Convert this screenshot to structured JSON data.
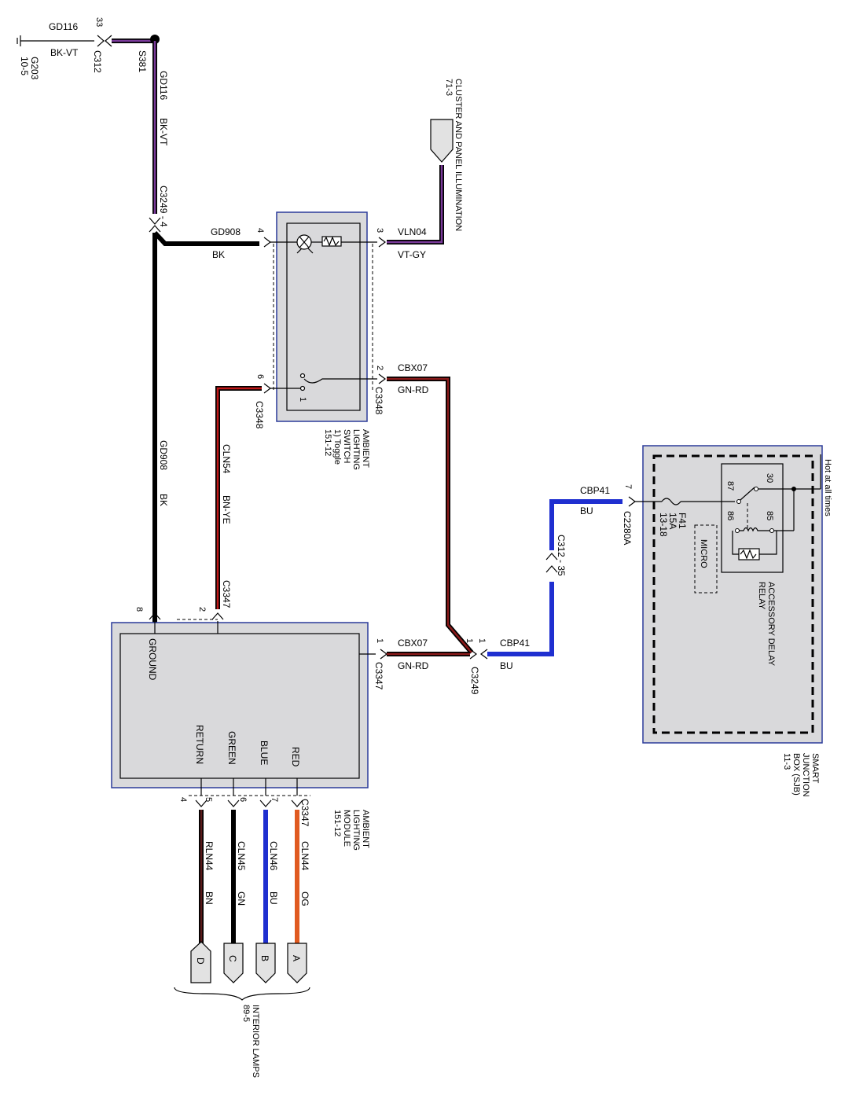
{
  "colors": {
    "black": "#000000",
    "violet": "#7a3a9a",
    "brown": "#5a1a1a",
    "red": "#c01818",
    "blue": "#1f2fd0",
    "orange": "#e05a20",
    "green": "#1a7a1a",
    "yellow": "#c8c010"
  },
  "ground": {
    "g203": "G203",
    "g203_ref": "10-5",
    "wire_gd116": "GD116",
    "wire_gd116_color": "BK-VT",
    "pin_33": "33",
    "conn_c312": "C312",
    "splice_s381": "S381",
    "vert_gd116": "GD116",
    "vert_bkvt": "BK-VT",
    "conn_c3249_4": "C3249 - 4",
    "vert_gd908": "GD908",
    "vert_bk": "BK",
    "pin_8": "8"
  },
  "switch": {
    "wire_gd908": "GD908",
    "wire_bk": "BK",
    "pin_4": "4",
    "pin_3": "3",
    "wire_vln04": "VLN04",
    "wire_vtgy": "VT-GY",
    "pin_2": "2",
    "conn_c3348_r": "C3348",
    "wire_cbx07": "CBX07",
    "wire_gnrd": "GN-RD",
    "pin_6": "6",
    "conn_c3348_l": "C3348",
    "internal_1": "1",
    "label_line1": "AMBIENT",
    "label_line2": "LIGHTING",
    "label_line3": "SWITCH",
    "label_line4": "1) Toggle",
    "label_line5": "151-12"
  },
  "cluster": {
    "line1": "CLUSTER AND PANEL ILLUMINATION",
    "line2": "71-3"
  },
  "cln54": {
    "wire": "CLN54",
    "color": "BN-YE",
    "conn": "C3347",
    "pin_2": "2"
  },
  "module": {
    "ground": "GROUND",
    "return": "RETURN",
    "green": "GREEN",
    "blue": "BLUE",
    "red": "RED",
    "pin_1": "1",
    "conn_c3347": "C3347",
    "wire_cbx07": "CBX07",
    "wire_gnrd": "GN-RD",
    "label_line1": "AMBIENT",
    "label_line2": "LIGHTING",
    "label_line3": "MODULE",
    "label_line4": "151-12",
    "conn_bottom": "C3347",
    "pin_4": "4",
    "pin_5": "5",
    "pin_6": "6",
    "pin_7": "7"
  },
  "c3249": {
    "pin_1a": "1",
    "pin_1b": "1",
    "conn": "C3249",
    "wire_cbp41": "CBP41",
    "wire_bu": "BU"
  },
  "c312_35": {
    "label": "C312 - 35"
  },
  "sjb": {
    "wire_cbp41": "CBP41",
    "wire_bu": "BU",
    "pin_7": "7",
    "conn_c2280a": "C2280A",
    "fuse_f41": "F41",
    "fuse_15a": "15A",
    "fuse_ref": "13-18",
    "micro": "MICRO",
    "relay_87": "87",
    "relay_30": "30",
    "relay_86": "86",
    "relay_85": "85",
    "relay_line1": "ACCESSORY DELAY",
    "relay_line2": "RELAY",
    "hot": "Hot at all times",
    "label_line1": "SMART",
    "label_line2": "JUNCTION",
    "label_line3": "BOX (SJB)",
    "label_line4": "11-3"
  },
  "lamps": {
    "rln44": "RLN44",
    "bn": "BN",
    "cln45": "CLN45",
    "gn": "GN",
    "cln46": "CLN46",
    "bu": "BU",
    "cln44": "CLN44",
    "og": "OG",
    "d": "D",
    "c": "C",
    "b": "B",
    "a": "A",
    "label_line1": "INTERIOR LAMPS",
    "label_line2": "89-5"
  }
}
